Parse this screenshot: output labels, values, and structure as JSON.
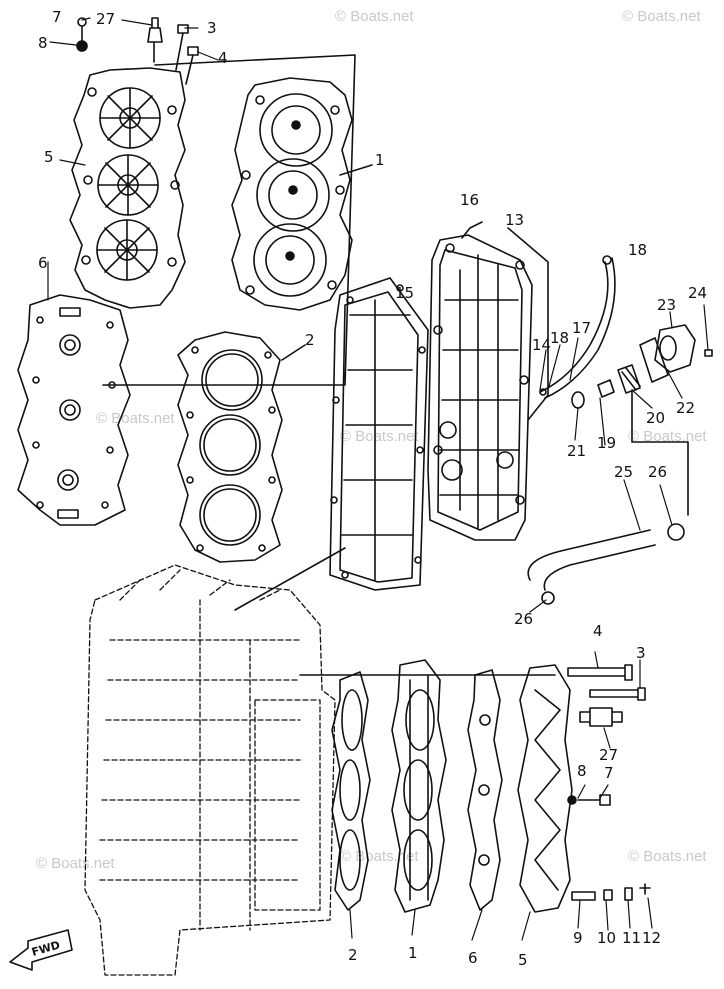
{
  "watermark": "© Boats.net",
  "direction_label": "FWD",
  "callouts": {
    "c1_top": "1",
    "c1_bot": "1",
    "c2_top": "2",
    "c2_bot": "2",
    "c3_top": "3",
    "c3_bot": "3",
    "c4_top": "4",
    "c4_bot": "4",
    "c5_top": "5",
    "c5_bot": "5",
    "c6_top": "6",
    "c6_bot": "6",
    "c7_top": "7",
    "c7_bot": "7",
    "c8_top": "8",
    "c8_bot": "8",
    "c9": "9",
    "c10": "10",
    "c11": "11",
    "c12": "12",
    "c13": "13",
    "c14": "14",
    "c15": "15",
    "c16": "16",
    "c17": "17",
    "c18_a": "18",
    "c18_b": "18",
    "c19": "19",
    "c20": "20",
    "c21": "21",
    "c22": "22",
    "c23": "23",
    "c24": "24",
    "c25": "25",
    "c26_a": "26",
    "c26_b": "26",
    "c27_top": "27",
    "c27_bot": "27"
  }
}
